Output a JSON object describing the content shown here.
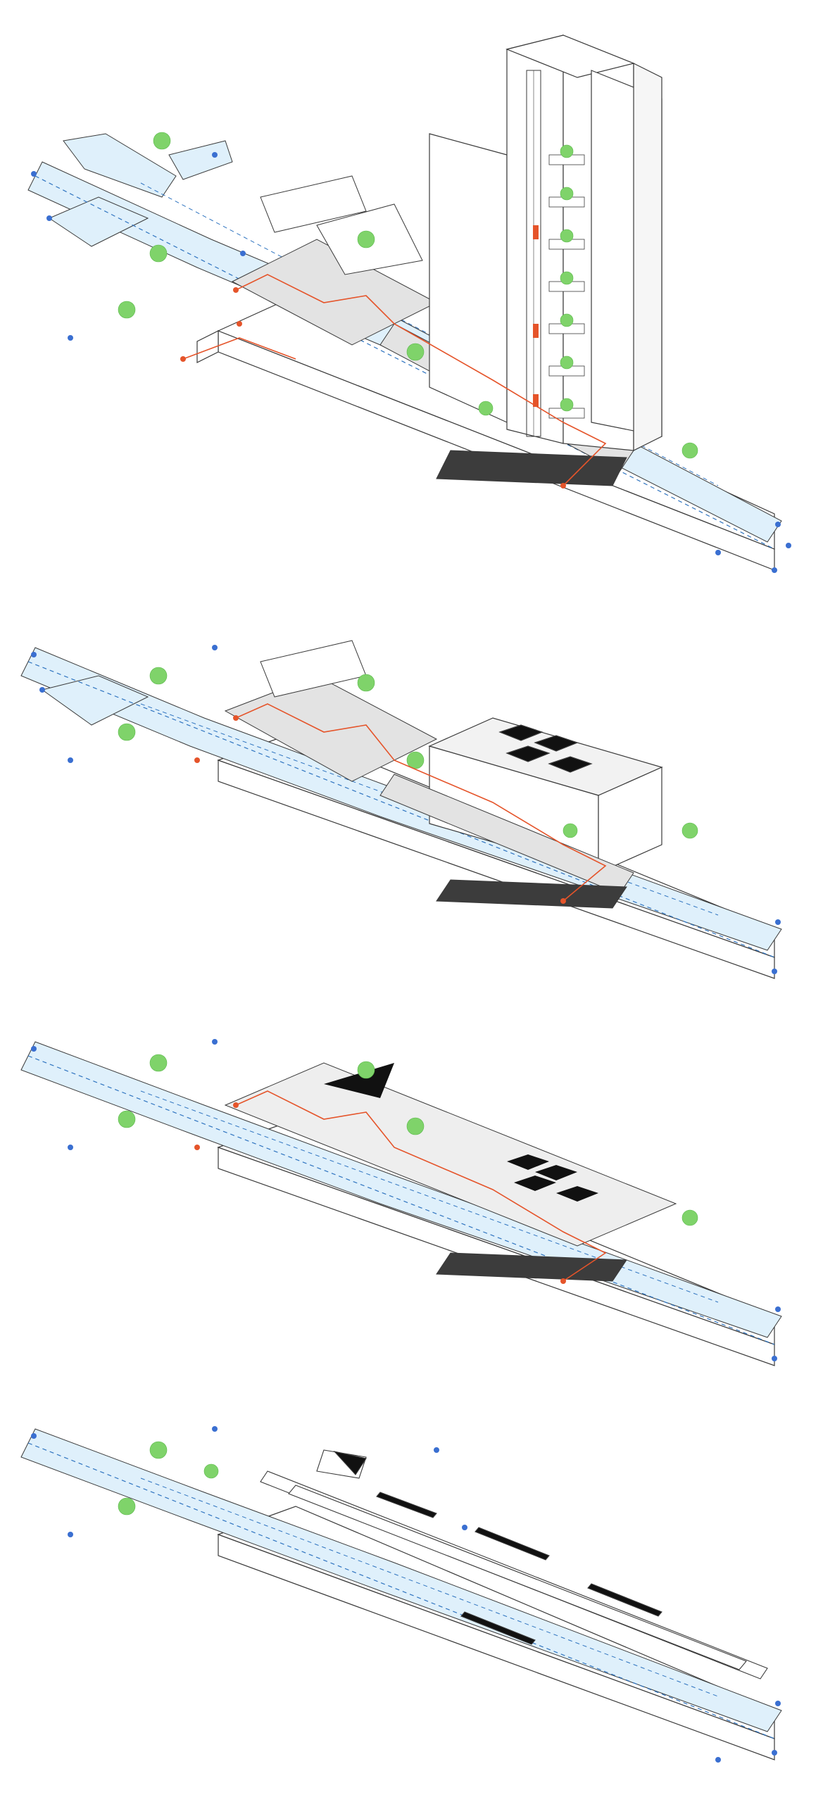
{
  "colors": {
    "line": "#3a3a3a",
    "light_line": "#9a9a9a",
    "street_fill": "#dff0fb",
    "dash_blue": "#2f74c0",
    "node_blue": "#3a6fd1",
    "route_orange": "#e5542a",
    "tree_green": "#7fd36a",
    "floor_gray": "#e3e3e3",
    "dark_slab": "#3c3c3c",
    "black_fill": "#111111",
    "white": "#ffffff"
  },
  "icons": {
    "tree": "tree-icon",
    "person": "person-icon",
    "node": "endpoint-node-icon",
    "route_node": "route-node-icon"
  },
  "panels": [
    {
      "id": "tower-phase",
      "has_tower": true,
      "has_low_block": false,
      "has_plaza": true,
      "has_tracks": false
    },
    {
      "id": "podium-phase",
      "has_tower": false,
      "has_low_block": true,
      "has_plaza": true,
      "has_tracks": false
    },
    {
      "id": "open-floor-phase",
      "has_tower": false,
      "has_low_block": false,
      "has_plaza": true,
      "has_tracks": false
    },
    {
      "id": "base-infrastructure-phase",
      "has_tower": false,
      "has_low_block": false,
      "has_plaza": false,
      "has_tracks": true
    }
  ]
}
